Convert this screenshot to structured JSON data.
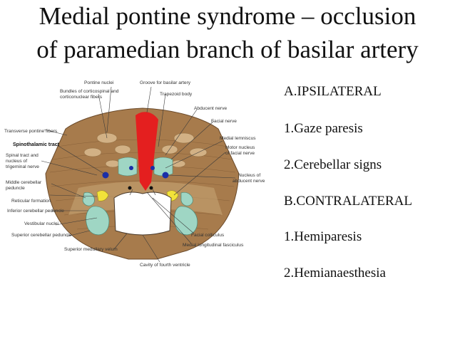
{
  "slide": {
    "title_line1": "Medial pontine syndrome – occlusion",
    "title_line2": "of paramedian branch of basilar artery",
    "points": [
      "A.IPSILATERAL",
      "1.Gaze paresis",
      "2.Cerebellar signs",
      "B.CONTRALATERAL",
      "1.Hemiparesis",
      "2.Hemianaesthesia"
    ]
  },
  "diagram": {
    "labels": {
      "pontine_nuclei": "Pontine nuclei",
      "groove_basilar": "Groove for basilar artery",
      "bundles_1": "Bundles of corticospinal and",
      "bundles_2": "corticonuclear fibers",
      "trapezoid": "Trapezoid body",
      "abducent_nerve": "Abducent nerve",
      "facial_nerve": "Facial nerve",
      "transverse": "Transverse pontine fibers",
      "spinothalamic": "Spinothalamic tract",
      "medial_lemniscus": "Medial lemniscus",
      "motor_nucleus_1": "Motor nucleus",
      "motor_nucleus_2": "of facial nerve",
      "spinal_tract_1": "Spinal tract and",
      "spinal_tract_2": "nucleus of",
      "spinal_tract_3": "trigeminal nerve",
      "middle_cerebellar_1": "Middle cerebellar",
      "middle_cerebellar_2": "peduncle",
      "nucleus_abducent_1": "Nucleus of",
      "nucleus_abducent_2": "abducent nerve",
      "reticular": "Reticular formation",
      "inferior_cerebellar": "Inferior cerebellar peduncle",
      "vestibular": "Vestibular nuclei",
      "superior_cerebellar": "Superior cerebellar peduncle",
      "facial_colliculus": "Facial colliculus",
      "mlf": "Medial longitudinal fasciculus",
      "superior_velum": "Superior medullary velum",
      "cavity": "Cavity of fourth ventricle"
    },
    "colors": {
      "pons_fill": "#a77b4c",
      "pons_light": "#d2b185",
      "infarct_red": "#e41f1f",
      "teal": "#9fd6c4",
      "yellow": "#f2e23a",
      "blue": "#1b2fa8"
    }
  }
}
